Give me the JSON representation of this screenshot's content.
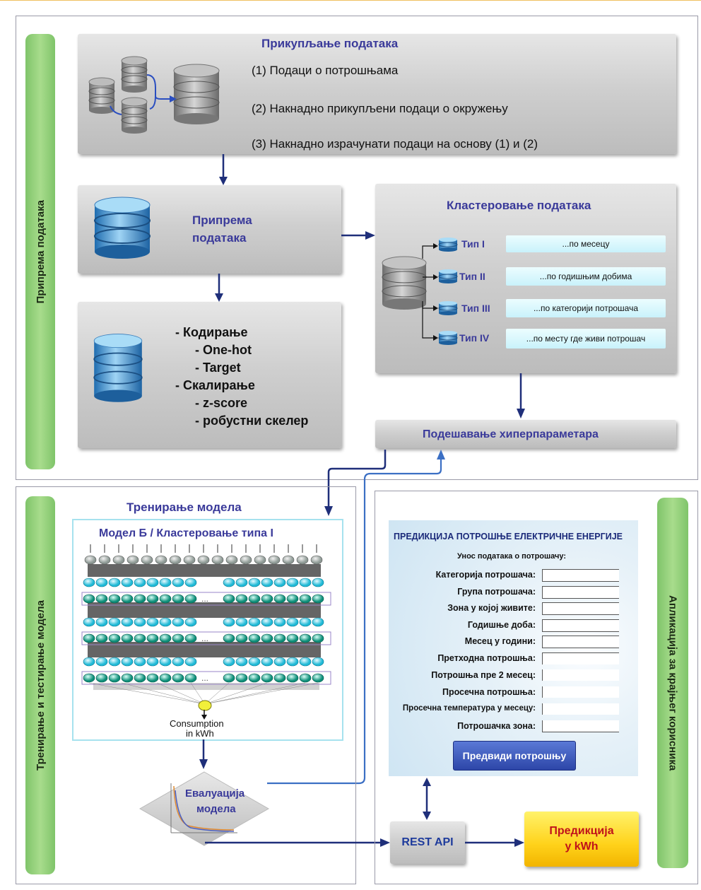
{
  "side_labels": {
    "prep": "Припрема података",
    "train": "Тренирање и тестирање модела",
    "app": "Апликација за крајњег корисника"
  },
  "collection": {
    "title": "Прикупљање података",
    "items": [
      "(1) Подаци о потрошњама",
      "(2) Накнадно прикупљени подаци о окружењу",
      "(3) Накнадно израчунати подаци на основу (1) и (2)"
    ]
  },
  "preparation": {
    "title_line1": "Припрема",
    "title_line2": "података"
  },
  "encoding": {
    "lines": [
      "- Кодирање",
      "- One-hot",
      "- Target",
      "- Скалирање",
      "- z-score",
      "- робустни скелер"
    ]
  },
  "clustering": {
    "title": "Кластеровање података",
    "types": [
      {
        "label": "Тип I",
        "desc": "...по месецу"
      },
      {
        "label": "Тип II",
        "desc": "...по годишњим добима"
      },
      {
        "label": "Тип III",
        "desc": "...по категорији потрошача"
      },
      {
        "label": "Тип IV",
        "desc": "...по месту где живи потрошач"
      }
    ]
  },
  "hyper": {
    "title": "Подешавање хиперпараметара"
  },
  "training": {
    "title": "Тренирање модела",
    "model_title": "Модел Б / Кластеровање типа I",
    "ellipsis": "...",
    "output_line1": "Consumption",
    "output_line2": "in kWh"
  },
  "evaluation": {
    "line1": "Евалуација",
    "line2": "модела"
  },
  "app": {
    "form_title": "ПРЕДИКЦИЈА ПОТРОШЊЕ ЕЛЕКТРИЧНЕ ЕНЕРГИЈЕ",
    "form_subtitle": "Унос података о потрошачу:",
    "fields": [
      "Категорија потрошача:",
      "Група потрошача:",
      "Зона у којој живите:",
      "Годишње доба:",
      "Месец у години:",
      "Претходна потрошња:",
      "Потрошња пре 2 месец:",
      "Просечна потрошња:",
      "Просечна температура у месецу:",
      "Потрошачка зона:"
    ],
    "button": "Предвиди потрошњу"
  },
  "rest_api": "REST API",
  "prediction": {
    "line1": "Предикција",
    "line2": "у kWh"
  },
  "colors": {
    "arrow": "#1f2f7a",
    "link": "#3b6fc4",
    "green_bar": "#8fd07a",
    "prediction_fill": "#ffd21a",
    "prediction_text": "#c0121a"
  }
}
